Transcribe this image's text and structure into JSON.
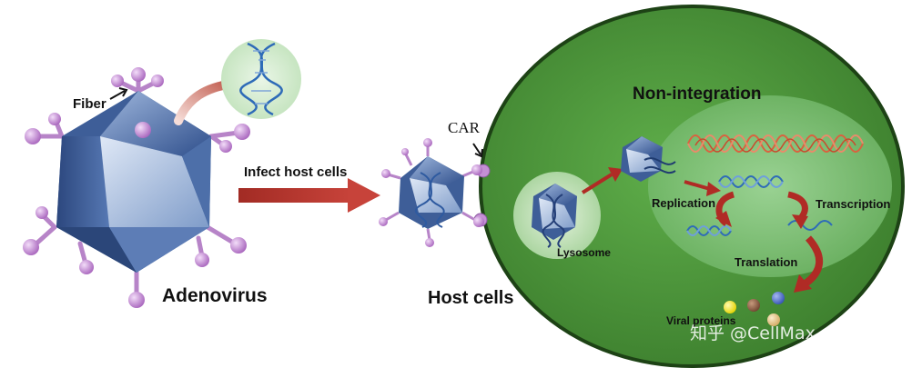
{
  "labels": {
    "fiber": "Fiber",
    "adenovirus": "Adenovirus",
    "infect": "Infect host cells",
    "car": "CAR",
    "host_cells": "Host cells",
    "non_integration": "Non-integration",
    "replication": "Replication",
    "transcription": "Transcription",
    "translation": "Translation",
    "lysosome": "Lysosome",
    "viral_proteins": "Viral proteins"
  },
  "watermark": "知乎 @CellMax",
  "colors": {
    "cell_fill": "#4e9a3c",
    "cell_outline": "#1f4a17",
    "nucleus_fill": "#7fc07a",
    "virus_blue": "#3d5f9c",
    "fiber_purple": "#c58ad6",
    "arrow_red": "#b02b25",
    "dna_blue": "#2e6bb8",
    "rna_red": "#d9623f",
    "protein_yellow": "#f6e81c",
    "protein_brown": "#8a5a3e",
    "protein_blue": "#4668c7",
    "protein_tan": "#e7c98a"
  }
}
